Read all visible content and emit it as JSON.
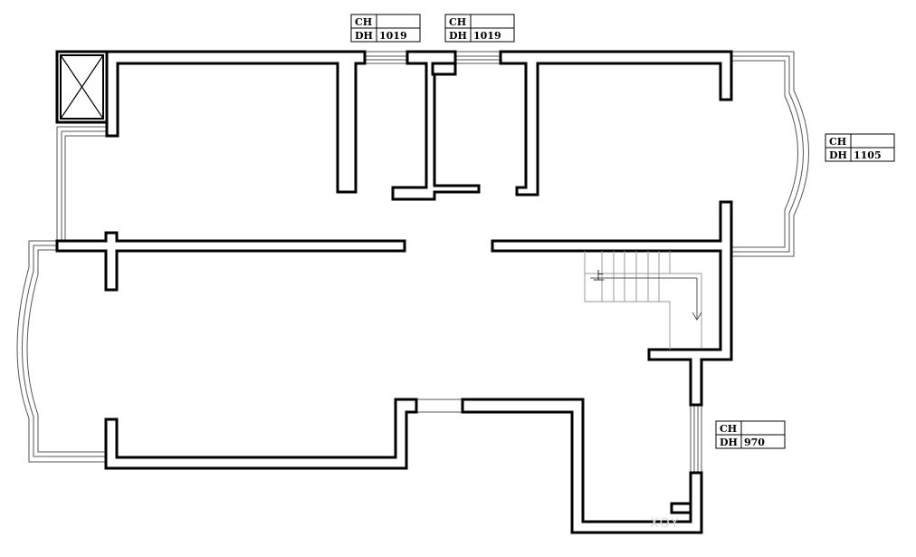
{
  "tags": [
    {
      "id": "tag-top-left",
      "ch_label": "CH",
      "dh_label": "DH",
      "ch_value": "",
      "dh_value": "1019"
    },
    {
      "id": "tag-top-mid",
      "ch_label": "CH",
      "dh_label": "DH",
      "ch_value": "",
      "dh_value": "1019"
    },
    {
      "id": "tag-right",
      "ch_label": "CH",
      "dh_label": "DH",
      "ch_value": "",
      "dh_value": "1105"
    },
    {
      "id": "tag-bottom",
      "ch_label": "CH",
      "dh_label": "DH",
      "ch_value": "",
      "dh_value": "970"
    }
  ],
  "stair": {
    "direction_label": "上"
  },
  "watermark": {
    "text": "XOY"
  }
}
